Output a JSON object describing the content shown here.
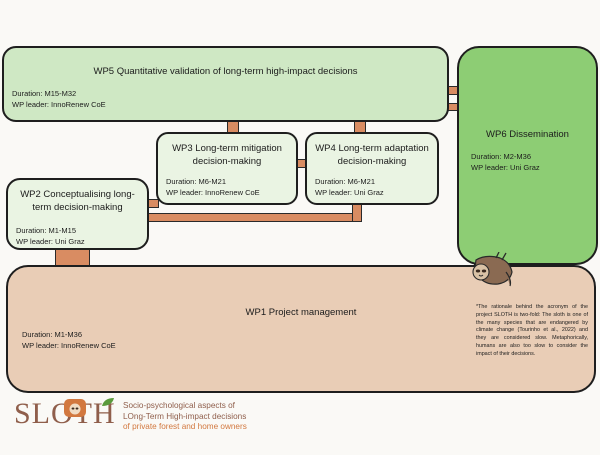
{
  "wp5": {
    "title": "WP5 Quantitative validation of long-term high-impact decisions",
    "duration": "Duration: M15-M32",
    "leader": "WP leader: InnoRenew CoE"
  },
  "wp6": {
    "title": "WP6 Dissemination",
    "duration": "Duration: M2-M36",
    "leader": "WP leader: Uni Graz"
  },
  "wp3": {
    "title_line1": "WP3 Long-term mitigation",
    "title_line2": "decision-making",
    "duration": "Duration: M6-M21",
    "leader": "WP leader: InnoRenew CoE"
  },
  "wp4": {
    "title_line1": "WP4 Long-term adaptation",
    "title_line2": "decision-making",
    "duration": "Duration: M6-M21",
    "leader": "WP leader: Uni Graz"
  },
  "wp2": {
    "title_line1": "WP2 Conceptualising long-",
    "title_line2": "term decision-making",
    "duration": "Duration: M1-M15",
    "leader": "WP leader: Uni Graz"
  },
  "wp1": {
    "title": "WP1 Project management",
    "duration": "Duration: M1-M36",
    "leader": "WP leader: InnoRenew CoE"
  },
  "note": "*The rationale behind the acronym of the project SLOTH is two-fold: The sloth is one of the many species that are endangered by climate change (Tourinho et al., 2022) and they are considered slow. Metaphorically, humans are also too slow to consider the impact of their decisions.",
  "logo": {
    "word": "SLOTH",
    "line1": "Socio-psychological aspects of",
    "line2": "LOng-Term High-impact decisions",
    "line3": "of private forest and home owners"
  },
  "colors": {
    "wp5": "#cfe8c4",
    "wp6": "#8dcd74",
    "wp_small": "#eaf4e3",
    "wp1": "#e9cdb6",
    "connector": "#d98c62",
    "accent_brown": "#8f5e4b",
    "accent_orange": "#d2783f",
    "accent_green": "#5a9a3c"
  }
}
